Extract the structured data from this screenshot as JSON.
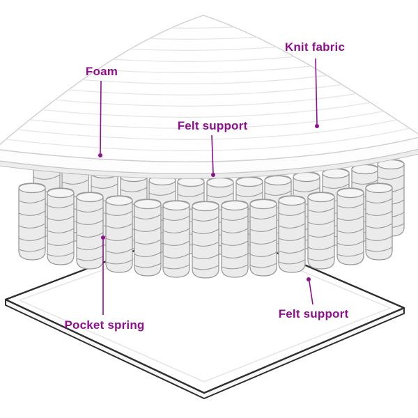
{
  "diagram": {
    "type": "annotated-illustration",
    "subject": "Mattress layers cutaway",
    "labels": [
      {
        "id": "knit-fabric",
        "text": "Knit fabric"
      },
      {
        "id": "foam",
        "text": "Foam"
      },
      {
        "id": "felt-support-top",
        "text": "Felt support"
      },
      {
        "id": "pocket-spring",
        "text": "Pocket spring"
      },
      {
        "id": "felt-support-bottom",
        "text": "Felt support"
      }
    ],
    "colors": {
      "label": "#8e0e8e",
      "leader_line": "#8e0e8e",
      "background": "#ffffff",
      "spring_fill": "#ebebeb",
      "spring_stroke": "#9a9a9a",
      "base_outline": "#2e2e2e",
      "fabric_line": "#e5e5e5"
    }
  }
}
